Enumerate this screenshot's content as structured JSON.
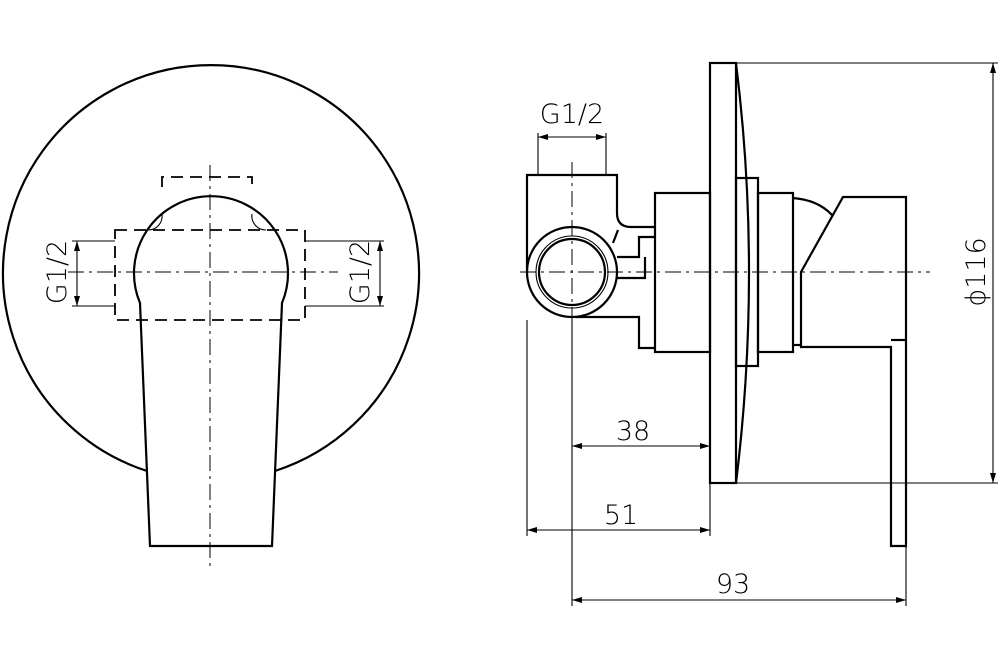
{
  "labels": {
    "front_left_thread": "G1/2",
    "front_right_thread": "G1/2",
    "side_inlet_thread": "G1/2",
    "plate_diameter": "ϕ116",
    "depth_38": "38",
    "depth_51": "51",
    "depth_93": "93"
  }
}
